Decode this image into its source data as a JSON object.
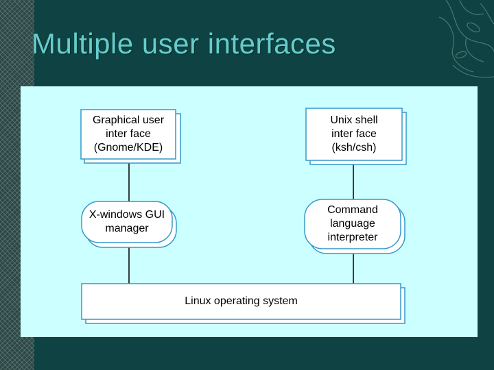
{
  "slide": {
    "title": "Multiple user interfaces"
  },
  "diagram": {
    "nodes": {
      "gui": "Graphical user\ninter face\n(Gnome/KDE)",
      "shell": "Unix shell\ninter face\n(ksh/csh)",
      "xwindows": "X-windows GUI\nmanager",
      "command": "Command\nlanguage\ninterpreter",
      "linux": "Linux operating system"
    },
    "colors": {
      "background": "#0f4242",
      "title": "#66cccc",
      "panel": "#ccffff",
      "box_border": "#3399cc",
      "box_shadow": "#3399cc"
    }
  }
}
